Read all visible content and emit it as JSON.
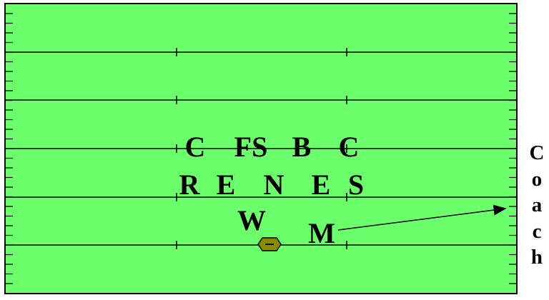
{
  "colors": {
    "field": "#6cff6c",
    "lines": "#000000",
    "ball": "#8b8b00"
  },
  "players": [
    {
      "id": "c-left",
      "label": "C"
    },
    {
      "id": "fs",
      "label": "FS"
    },
    {
      "id": "b",
      "label": "B"
    },
    {
      "id": "c-right",
      "label": "C"
    },
    {
      "id": "r",
      "label": "R"
    },
    {
      "id": "e-left",
      "label": "E"
    },
    {
      "id": "n",
      "label": "N"
    },
    {
      "id": "e-right",
      "label": "E"
    },
    {
      "id": "s",
      "label": "S"
    },
    {
      "id": "w",
      "label": "W"
    },
    {
      "id": "m",
      "label": "M"
    }
  ],
  "sideline_label": [
    "C",
    "o",
    "a",
    "c",
    "h"
  ],
  "icons": {
    "ball": "football-icon",
    "route": "route-arrow"
  }
}
